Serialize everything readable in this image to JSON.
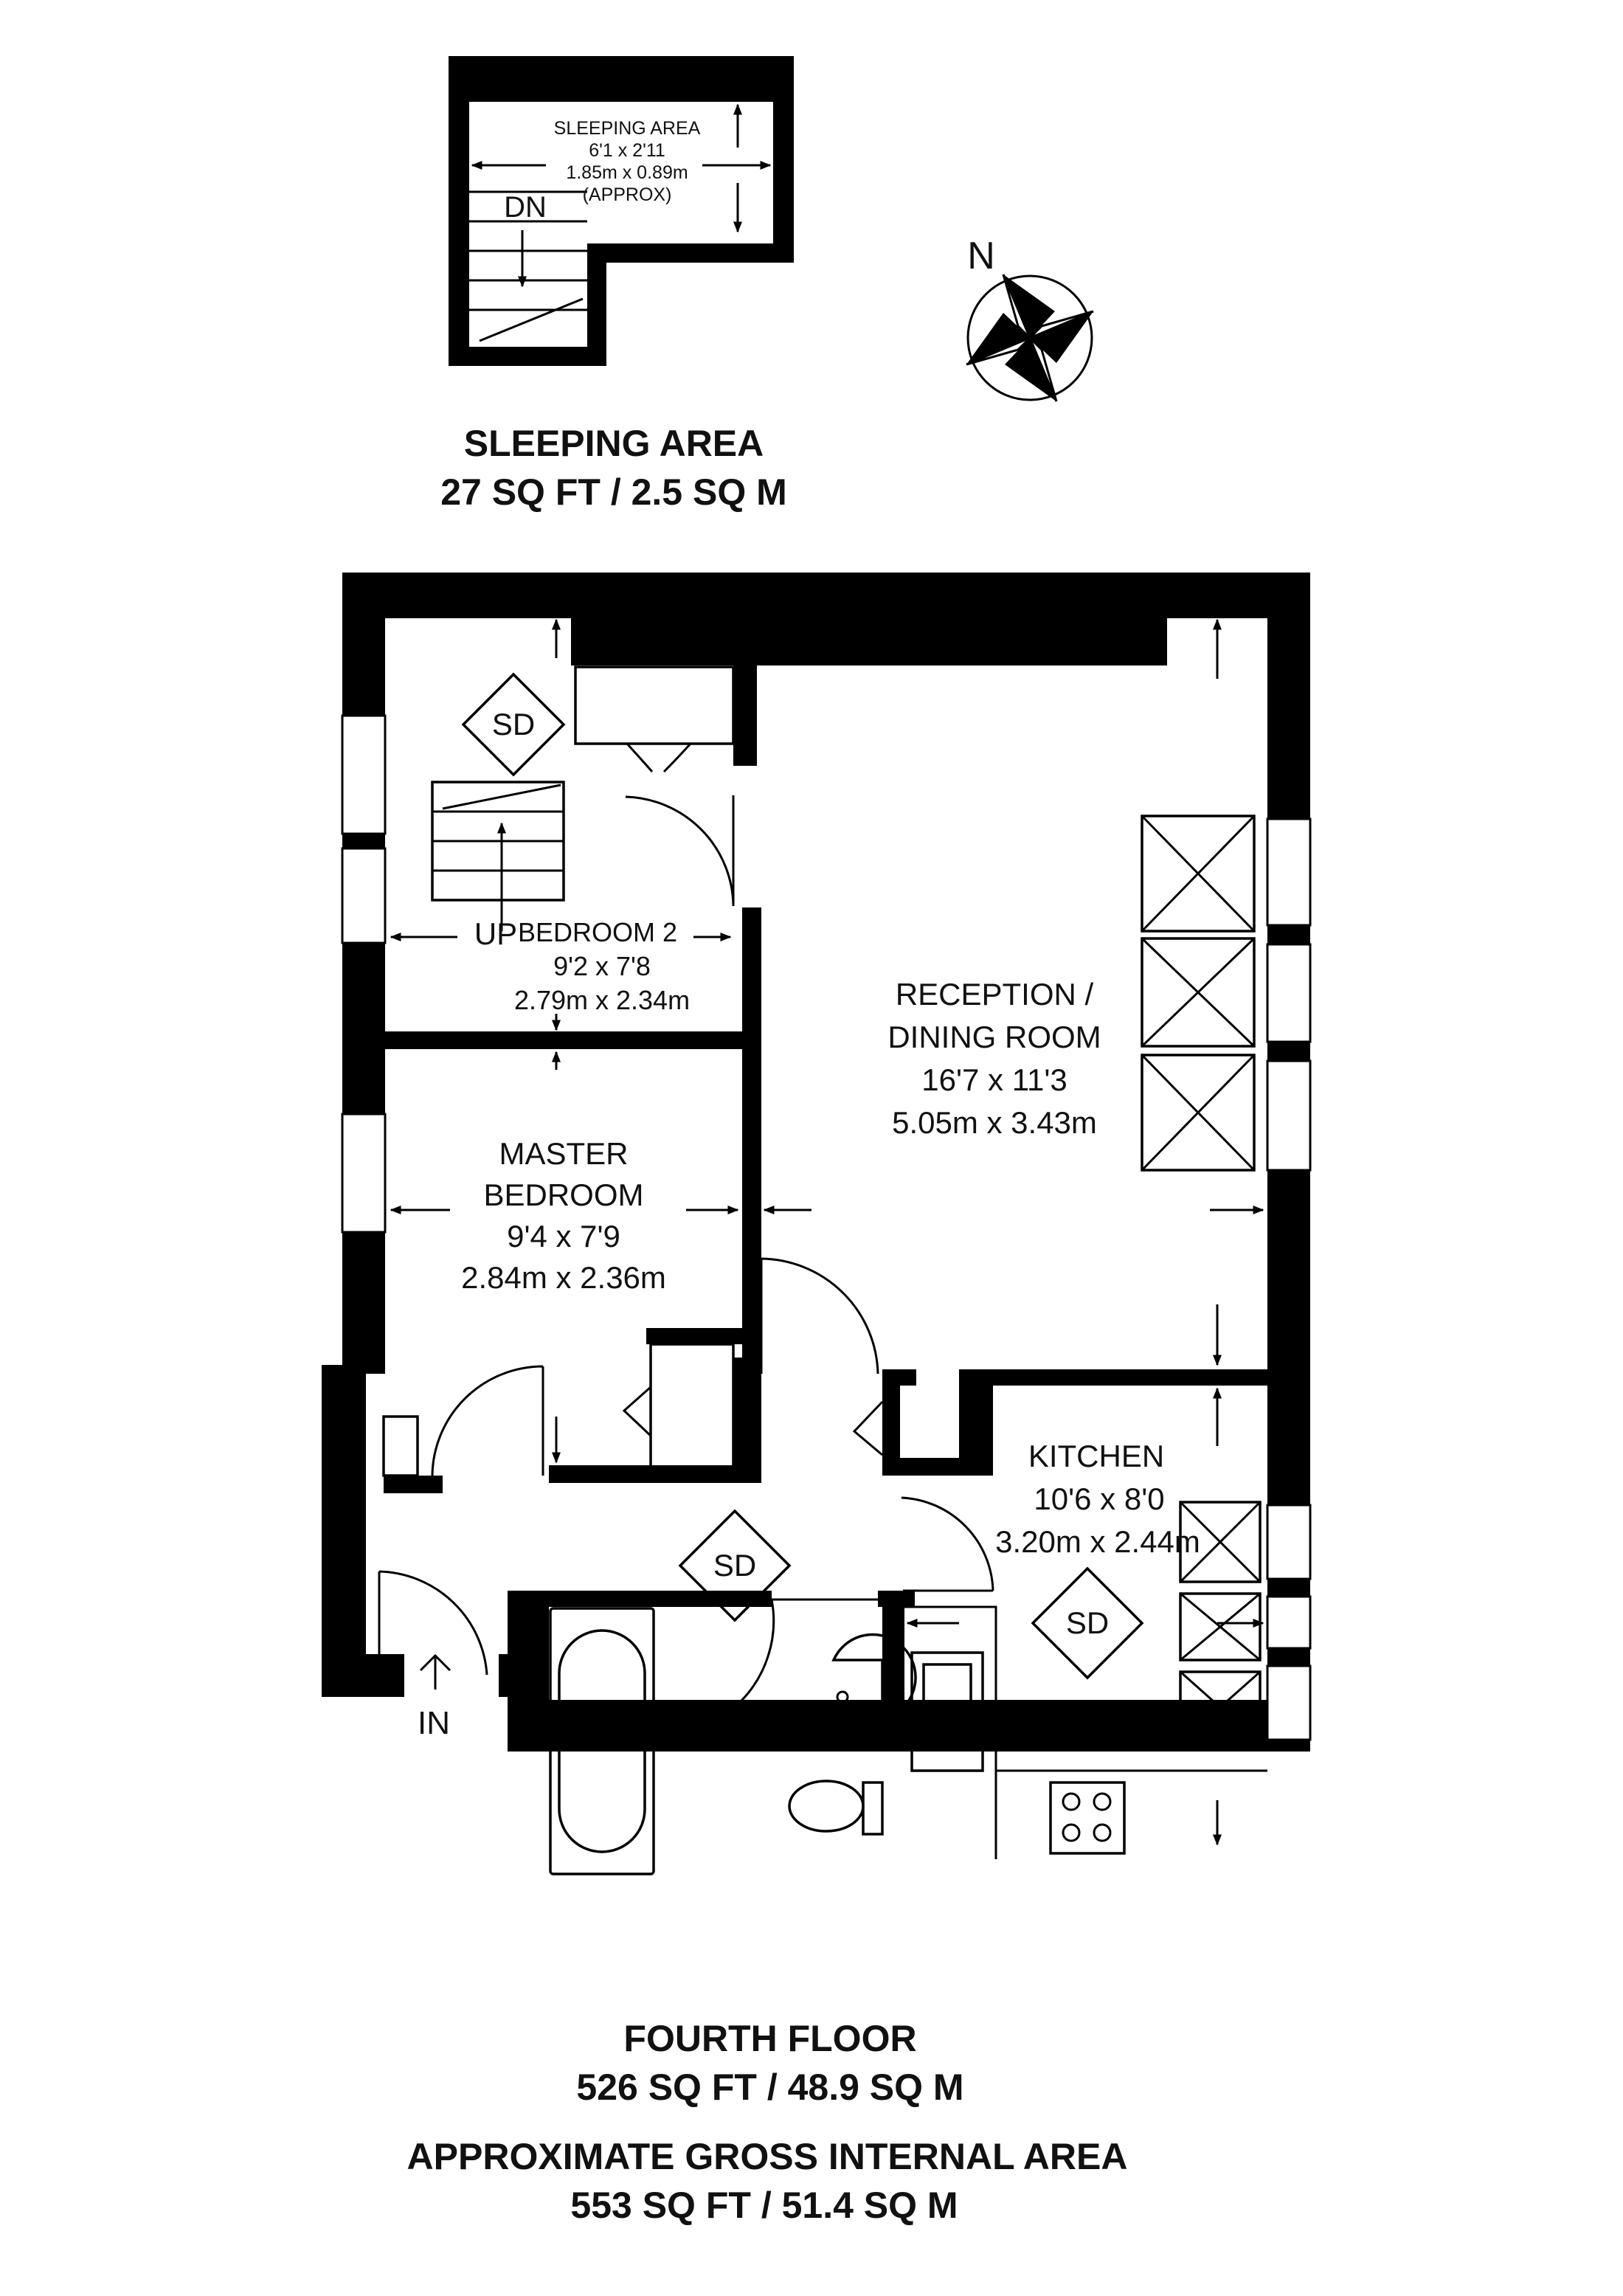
{
  "sleeping_area": {
    "room_name": "SLEEPING AREA",
    "size_imperial": "6'1 x 2'11",
    "size_metric": "1.85m x 0.89m",
    "note": "(APPROX)",
    "stair_label": "DN",
    "caption_title": "SLEEPING AREA",
    "caption_area": "27 SQ FT / 2.5 SQ M"
  },
  "compass": {
    "label": "N"
  },
  "rooms": {
    "bedroom2": {
      "name": "BEDROOM 2",
      "size_imperial": "9'2 x 7'8",
      "size_metric": "2.79m x 2.34m"
    },
    "master_bedroom": {
      "line1": "MASTER",
      "line2": "BEDROOM",
      "size_imperial": "9'4 x 7'9",
      "size_metric": "2.84m x 2.36m"
    },
    "reception": {
      "line1": "RECEPTION /",
      "line2": "DINING ROOM",
      "size_imperial": "16'7 x 11'3",
      "size_metric": "5.05m x 3.43m"
    },
    "kitchen": {
      "name": "KITCHEN",
      "size_imperial": "10'6 x 8'0",
      "size_metric": "3.20m x 2.44m"
    }
  },
  "markers": {
    "smoke_detector": "SD",
    "stair_up": "UP",
    "entrance": "IN"
  },
  "floor": {
    "title": "FOURTH FLOOR",
    "area": "526 SQ FT / 48.9 SQ M"
  },
  "gross": {
    "title": "APPROXIMATE GROSS INTERNAL AREA",
    "area": "553 SQ FT / 51.4 SQ M"
  }
}
